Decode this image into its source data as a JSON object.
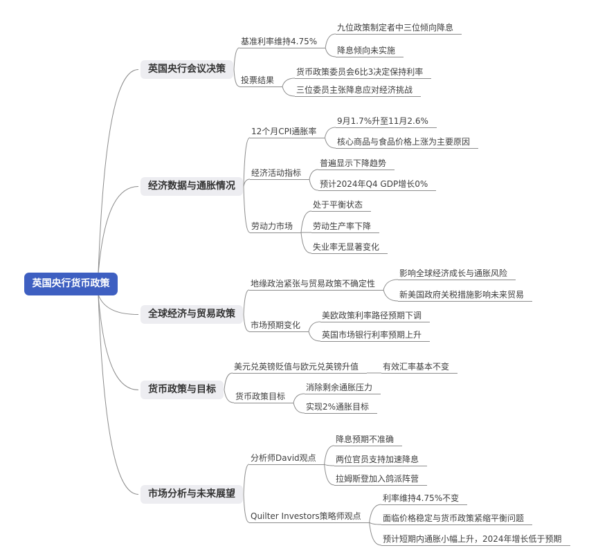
{
  "colors": {
    "root_bg": "#3e5fc1",
    "root_text": "#ffffff",
    "branch_bg": "#ededf1",
    "branch_text": "#333333",
    "leaf_text": "#3d3d3d",
    "line": "#8b8b8b",
    "canvas_bg": "#ffffff"
  },
  "root": {
    "label": "英国央行货币政策"
  },
  "branches": [
    {
      "label": "英国央行会议决策",
      "children": [
        {
          "label": "基准利率维持4.75%",
          "children": [
            {
              "label": "九位政策制定者中三位倾向降息"
            },
            {
              "label": "降息倾向未实施"
            }
          ]
        },
        {
          "label": "投票结果",
          "children": [
            {
              "label": "货币政策委员会6比3决定保持利率"
            },
            {
              "label": "三位委员主张降息应对经济挑战"
            }
          ]
        }
      ]
    },
    {
      "label": "经济数据与通胀情况",
      "children": [
        {
          "label": "12个月CPI通胀率",
          "children": [
            {
              "label": "9月1.7%升至11月2.6%"
            },
            {
              "label": "核心商品与食品价格上涨为主要原因"
            }
          ]
        },
        {
          "label": "经济活动指标",
          "children": [
            {
              "label": "普遍显示下降趋势"
            },
            {
              "label": "预计2024年Q4 GDP增长0%"
            }
          ]
        },
        {
          "label": "劳动力市场",
          "children": [
            {
              "label": "处于平衡状态"
            },
            {
              "label": "劳动生产率下降"
            },
            {
              "label": "失业率无显著变化"
            }
          ]
        }
      ]
    },
    {
      "label": "全球经济与贸易政策",
      "children": [
        {
          "label": "地缘政治紧张与贸易政策不确定性",
          "children": [
            {
              "label": "影响全球经济成长与通胀风险"
            },
            {
              "label": "新美国政府关税措施影响未来贸易"
            }
          ]
        },
        {
          "label": "市场预期变化",
          "children": [
            {
              "label": "美欧政策利率路径预期下调"
            },
            {
              "label": "英国市场银行利率预期上升"
            }
          ]
        }
      ]
    },
    {
      "label": "货币政策与目标",
      "children": [
        {
          "label": "美元兑英镑贬值与欧元兑英镑升值",
          "children": [
            {
              "label": "有效汇率基本不变"
            }
          ]
        },
        {
          "label": "货币政策目标",
          "children": [
            {
              "label": "消除剩余通胀压力"
            },
            {
              "label": "实现2%通胀目标"
            }
          ]
        }
      ]
    },
    {
      "label": "市场分析与未来展望",
      "children": [
        {
          "label": "分析师David观点",
          "children": [
            {
              "label": "降息预期不准确"
            },
            {
              "label": "两位官员支持加速降息"
            },
            {
              "label": "拉姆斯登加入鸽派阵营"
            }
          ]
        },
        {
          "label": "Quilter Investors策略师观点",
          "children": [
            {
              "label": "利率维持4.75%不变"
            },
            {
              "label": "面临价格稳定与货币政策紧缩平衡问题"
            },
            {
              "label": "预计短期内通胀小幅上升，2024年增长低于预期"
            }
          ]
        }
      ]
    }
  ]
}
